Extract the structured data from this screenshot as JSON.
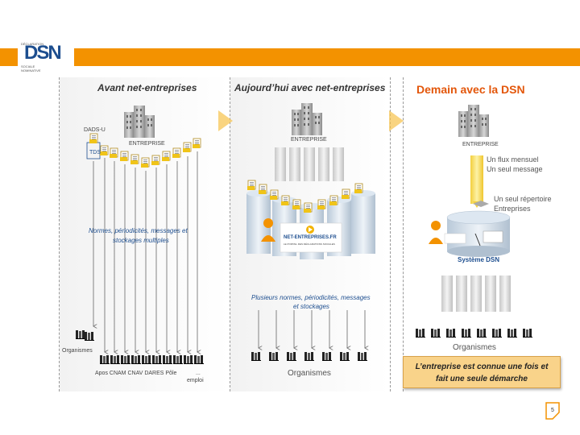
{
  "logo": {
    "brand_text": "DSN",
    "line1": "DÉCLARATION",
    "line2": "SOCIALE",
    "line3": "NOMINATIVE"
  },
  "columns": {
    "before_title": "Avant net-entreprises",
    "today_title": "Aujourd’hui avec net-entreprises",
    "tomorrow_title": "Demain avec la DSN"
  },
  "before": {
    "dads_label": "DADS-U",
    "enterprise_label": "ENTREPRISE",
    "ids_label": "TDS",
    "norms_text_1": "Normes, périodicités, messages et",
    "norms_text_2": "stockages multiples",
    "organisms_label": "Organismes",
    "recipients_text": "Apos CNAM CNAV DARES Pôle",
    "recipients_extra": "emploi",
    "recipients_dots": "..."
  },
  "today": {
    "enterprise_label": "ENTREPRISE",
    "portal_label": "NET-ENTREPRISES.FR",
    "portal_subtitle": "LE PORTAIL DES DÉCLARATIONS SOCIALES",
    "multi_text_1": "Plusieurs normes, périodicités, messages",
    "multi_text_2": "et stockages",
    "organisms_label": "Organismes"
  },
  "tomorrow": {
    "enterprise_label": "ENTREPRISE",
    "flow_text_1": "Un flux mensuel",
    "flow_text_2": "Un seul message",
    "repertoire_text_1": "Un seul répertoire",
    "repertoire_text_2": "Entreprises",
    "system_label": "Système DSN",
    "organisms_label": "Organismes",
    "callout_line1": "L’entreprise est connue une fois et",
    "callout_line2": "fait une seule démarche"
  },
  "page_number": "5",
  "colors": {
    "accent": "#f39200",
    "dsn_red": "#e3560a",
    "brand_blue": "#1d4e8f"
  }
}
